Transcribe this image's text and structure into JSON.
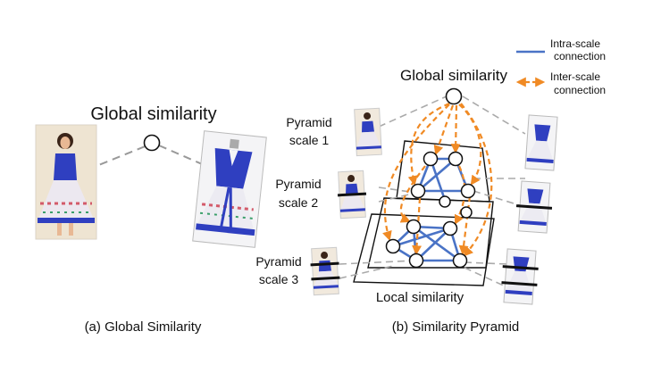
{
  "panel_a": {
    "title": "Global similarity",
    "caption": "(a) Global Similarity"
  },
  "panel_b": {
    "title": "Global similarity",
    "caption": "(b) Similarity Pyramid",
    "local_label": "Local similarity",
    "scale1": [
      "Pyramid",
      "scale 1"
    ],
    "scale2": [
      "Pyramid",
      "scale 2"
    ],
    "scale3": [
      "Pyramid",
      "scale 3"
    ]
  },
  "legend": {
    "intra": [
      "Intra-scale",
      "connection"
    ],
    "inter": [
      "Inter-scale",
      "connection"
    ]
  },
  "colors": {
    "intra": "#4a73c6",
    "inter": "#f08a24",
    "dress_blue": "#2f3fc0",
    "dash_gray": "#999999"
  }
}
